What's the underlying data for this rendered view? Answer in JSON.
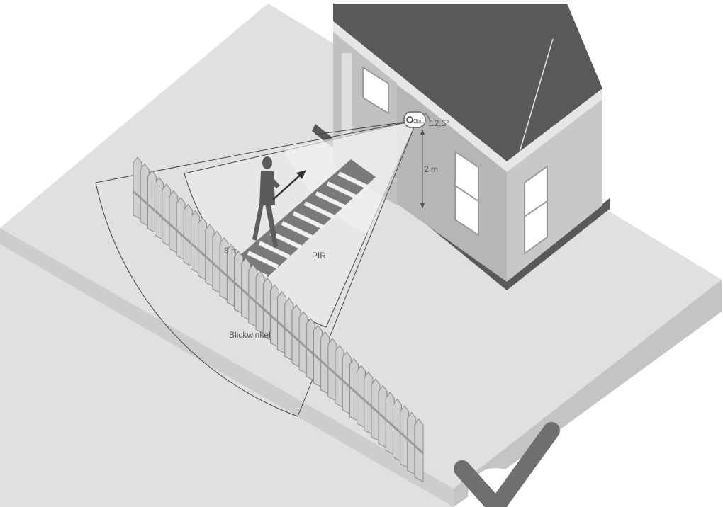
{
  "diagram": {
    "labels": {
      "tilt_angle": "12,5°",
      "mount_height": "2 m",
      "detection_range": "8 m",
      "pir_zone": "PIR",
      "view_angle": "Blickwinkel",
      "camera_brand": "O|p..."
    },
    "icons": {
      "checkmark": "checkmark-icon",
      "person": "walking-person-icon",
      "camera": "security-camera-icon"
    },
    "colors": {
      "ground": "#dcdcdc",
      "ground_edge": "#c2c2c2",
      "wall": "#b9b9b9",
      "roof": "#5a5858",
      "trim": "#e6e6e6",
      "pir_cone": "#ececec",
      "check": "#6f6f6f"
    }
  }
}
